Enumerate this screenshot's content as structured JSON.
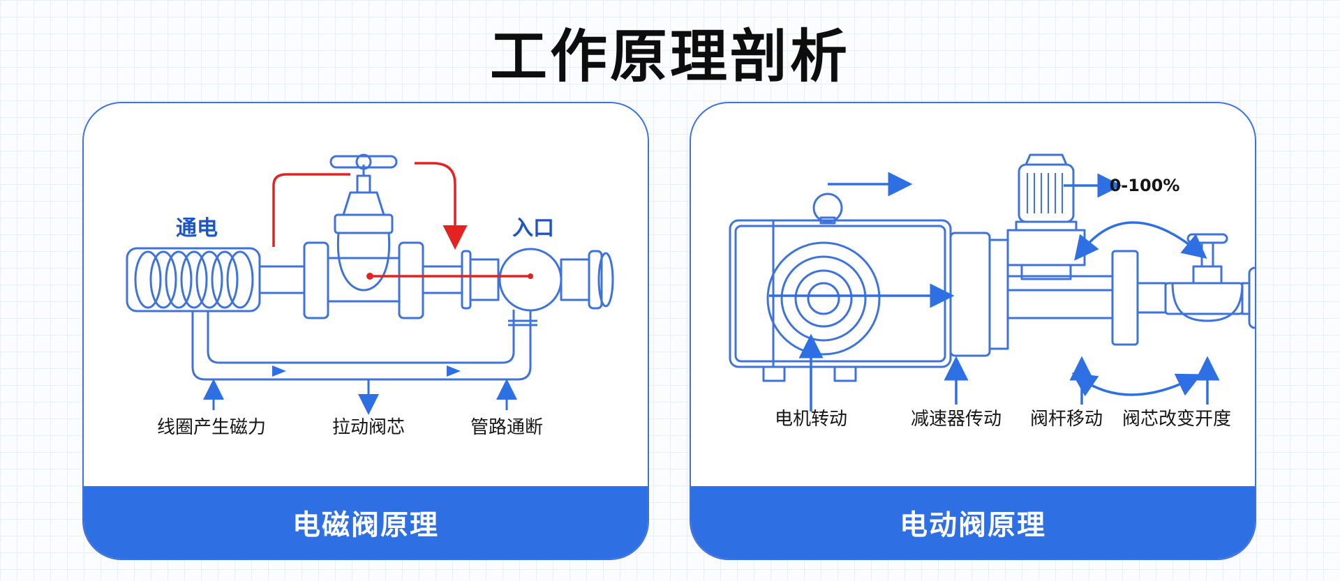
{
  "title": "工作原理剖析",
  "solenoid": {
    "footer": "电磁阀原理",
    "top_labels": {
      "power": "通电",
      "inlet": "入口"
    },
    "steps": [
      "线圈产生磁力",
      "拉动阀芯",
      "管路通断"
    ]
  },
  "electric": {
    "footer": "电动阀原理",
    "range_label": "0-100%",
    "steps": [
      "电机转动",
      "减速器传动",
      "阀杆移动",
      "阀芯改变开度"
    ]
  },
  "colors": {
    "primary": "#2f6fe4",
    "line": "#3f73dc",
    "flow_red": "#e32222",
    "title": "#0d0d0d"
  }
}
